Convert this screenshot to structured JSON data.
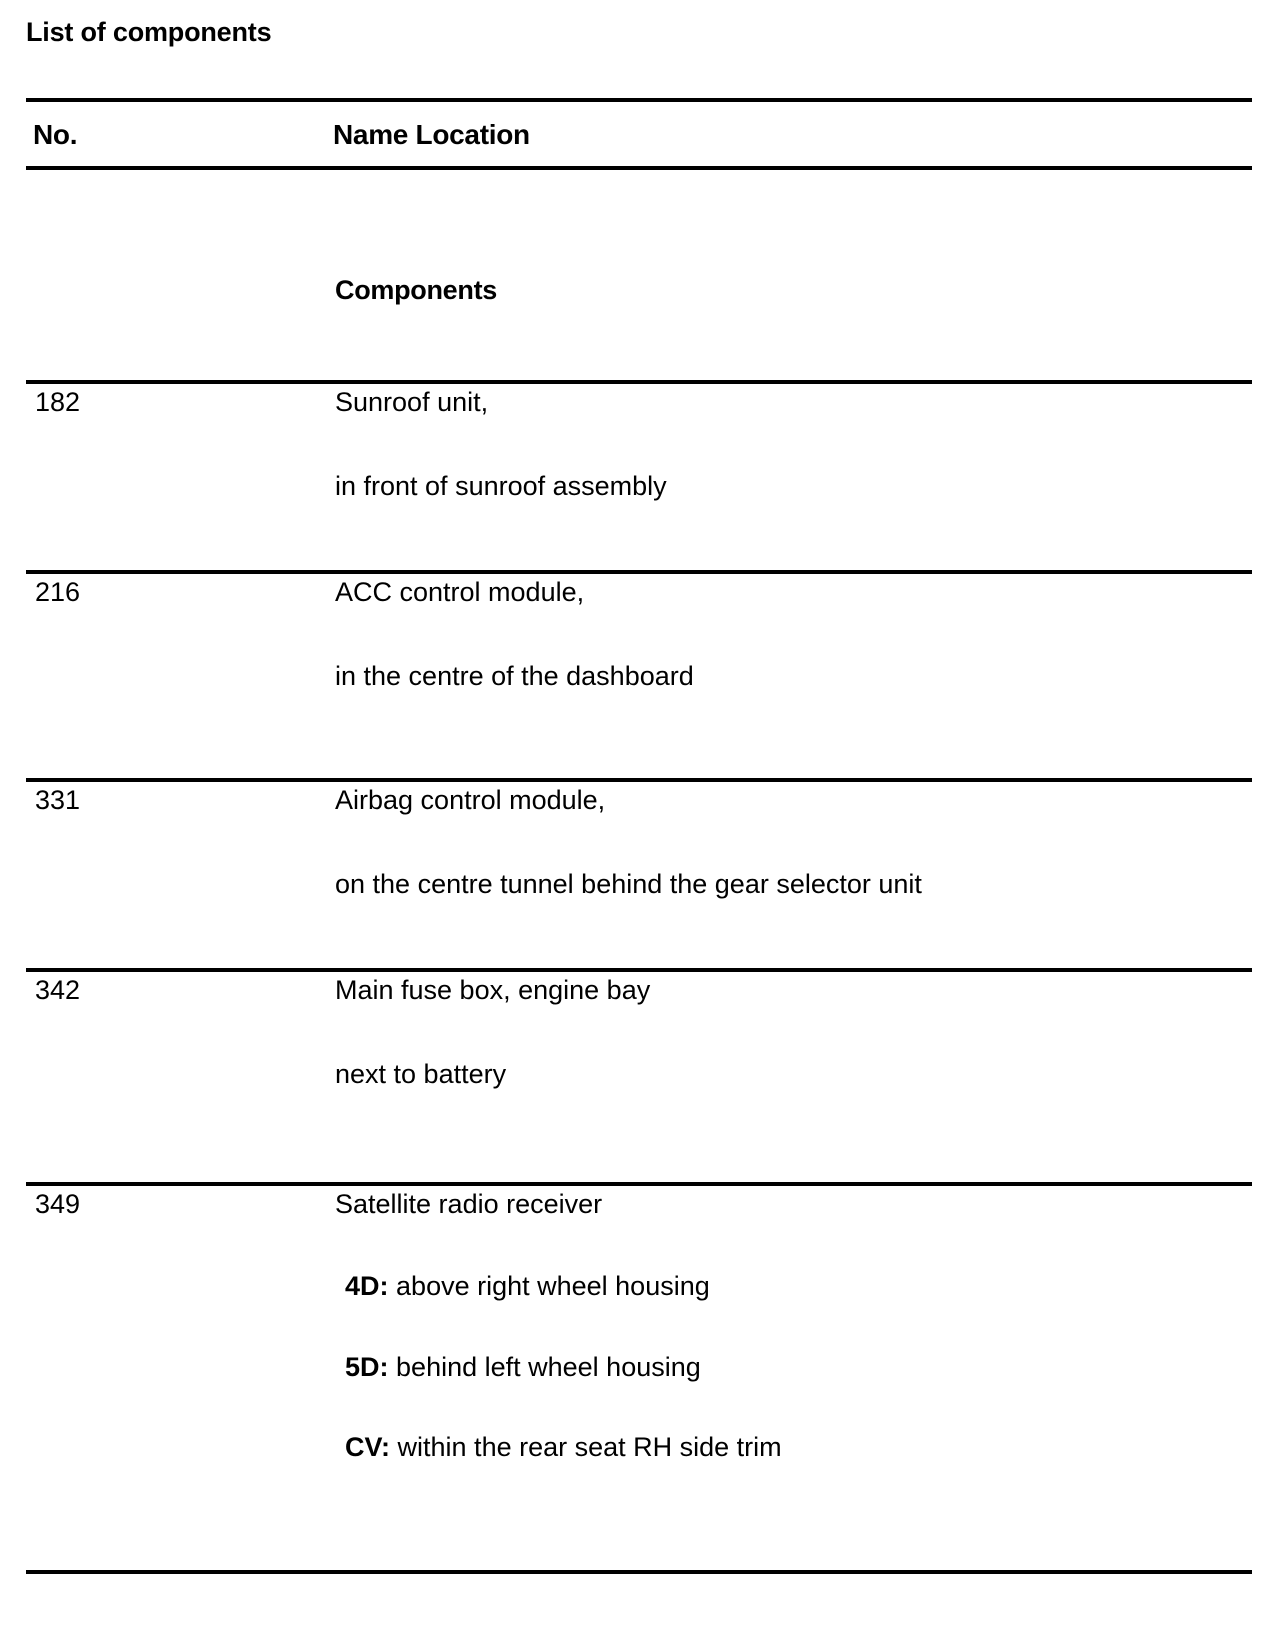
{
  "document": {
    "title": "List of components"
  },
  "table": {
    "headers": {
      "number": "No.",
      "name_location": "Name Location"
    },
    "section_title": "Components",
    "rows": [
      {
        "number": "182",
        "name": "Sunroof unit,",
        "location": "in front of sunroof assembly"
      },
      {
        "number": "216",
        "name": "ACC control module,",
        "location": "in the centre of the dashboard"
      },
      {
        "number": "331",
        "name": "Airbag control module,",
        "location": "on the centre tunnel behind the gear selector unit"
      },
      {
        "number": "342",
        "name": "Main fuse box, engine bay",
        "location": "next to battery"
      },
      {
        "number": "349",
        "name": "Satellite radio receiver",
        "variants": [
          {
            "label": "4D:",
            "location": "above right wheel housing"
          },
          {
            "label": "5D:",
            "location": "behind left wheel housing"
          },
          {
            "label": "CV:",
            "location": "within the rear seat RH side trim"
          }
        ]
      }
    ]
  }
}
